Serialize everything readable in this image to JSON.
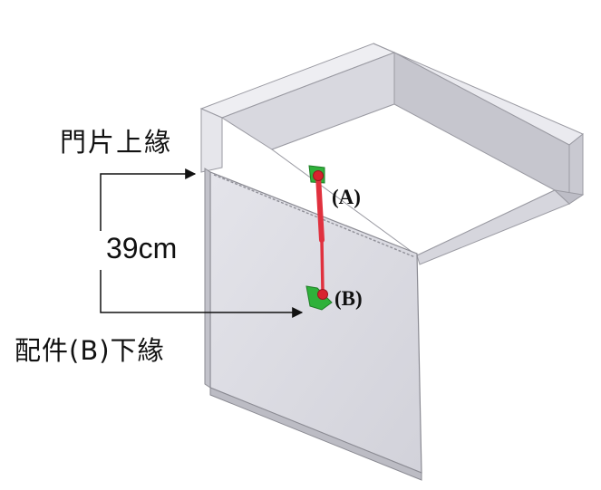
{
  "labels": {
    "door_top_edge": "門片上緣",
    "dimension": "39cm",
    "fitting_bottom_edge": "配件(B)下緣",
    "part_a": "(A)",
    "part_b": "(B)"
  },
  "colors": {
    "panel_face": "#dcdce3",
    "panel_top": "#eeeef2",
    "panel_side": "#c5c5cd",
    "edge": "#8a8a92",
    "strut": "#e0313e",
    "bracket": "#2fb13a",
    "arrow": "#111111"
  }
}
